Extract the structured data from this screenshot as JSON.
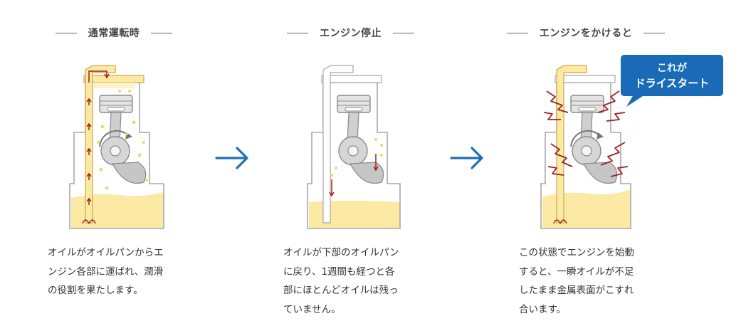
{
  "panels": [
    {
      "title": "通常運転時",
      "description": "オイルがオイルパンからエ\nンジン各部に運ばれ、潤滑\nの役割を果たします。"
    },
    {
      "title": "エンジン停止",
      "description": "オイルが下部のオイルパン\nに戻り、1週間も経つと各\n部にほとんどオイルは残っ\nていません。"
    },
    {
      "title": "エンジンをかけると",
      "description": "この状態でエンジンを始動\nすると、一瞬オイルが不足\nしたまま金属表面がこすれ\n合います。"
    }
  ],
  "callout": {
    "line1": "これが",
    "line2": "ドライスタート"
  },
  "colors": {
    "oil": "#fbe9a4",
    "arrow_blue": "#1f6fb4",
    "callout_bg": "#1a6bb7",
    "flow_red": "#a02020",
    "outline": "#9a9a9a"
  },
  "icons": [
    "right-arrow-icon",
    "flow-arrow-icon",
    "friction-spark-icon"
  ]
}
